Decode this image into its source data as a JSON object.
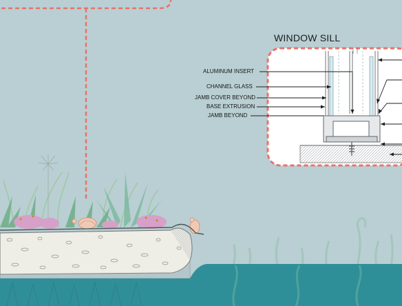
{
  "detail": {
    "title": "WINDOW SILL",
    "labels": [
      "ALUMINUM INSERT",
      "CHANNEL GLASS",
      "JAMB COVER BEYOND",
      "BASE EXTRUSION",
      "JAMB BEYOND"
    ]
  },
  "colors": {
    "background": "#b9cfd3",
    "dashed_outline": "#e8736b",
    "water": "#2e8f99",
    "planter_fill": "#efeee6",
    "detail_panel": "#ffffff"
  }
}
